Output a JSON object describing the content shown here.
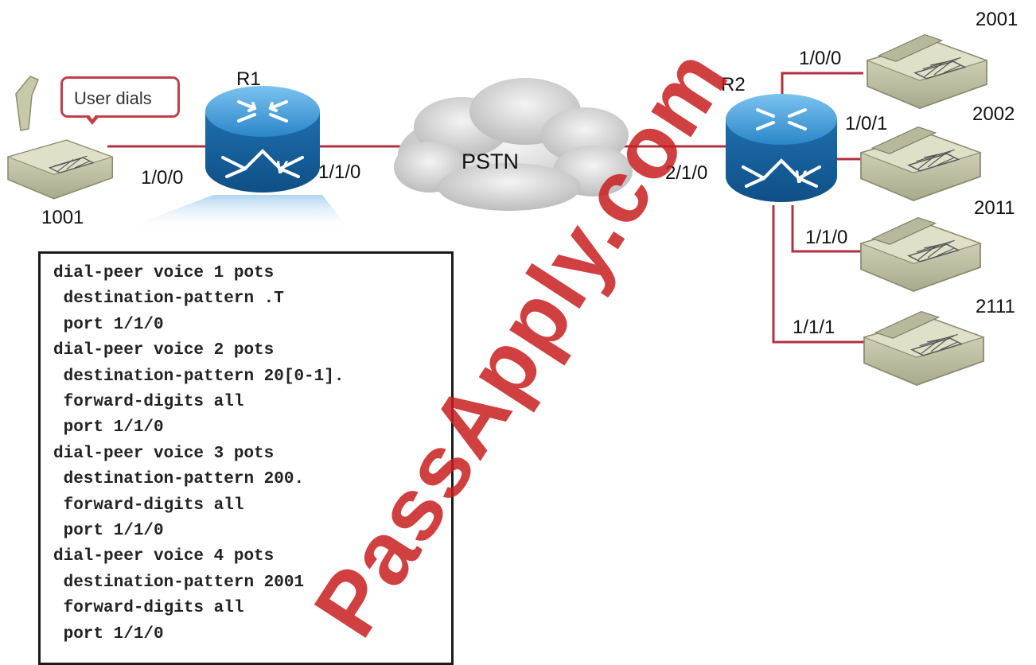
{
  "title": "",
  "callout": {
    "text": "User dials"
  },
  "nodes": {
    "phone_1001": {
      "label": "1001"
    },
    "r1": {
      "label": "R1"
    },
    "pstn": {
      "label": "PSTN"
    },
    "r2": {
      "label": "R2"
    },
    "phone_2001": {
      "label": "2001"
    },
    "phone_2002": {
      "label": "2002"
    },
    "phone_2011": {
      "label": "2011"
    },
    "phone_2111": {
      "label": "2111"
    }
  },
  "ports": {
    "r1_voice": "1/0/0",
    "r1_pstn": "1/1/0",
    "r2_pstn": "2/1/0",
    "r2_2001": "1/0/0",
    "r2_2002": "1/0/1",
    "r2_2011": "1/1/0",
    "r2_2111": "1/1/1"
  },
  "config_lines": [
    "dial-peer voice 1 pots",
    " destination-pattern .T",
    " port 1/1/0",
    "dial-peer voice 2 pots",
    " destination-pattern 20[0-1].",
    " forward-digits all",
    " port 1/1/0",
    "dial-peer voice 3 pots",
    " destination-pattern 200.",
    " forward-digits all",
    " port 1/1/0",
    "dial-peer voice 4 pots",
    " destination-pattern 2001",
    " forward-digits all",
    " port 1/1/0"
  ],
  "watermark": "PassApply.com",
  "colors": {
    "link": "#b03040",
    "router": "#1f6fb0",
    "phone": "#c8c9a8",
    "watermark": "#c81e1e"
  }
}
